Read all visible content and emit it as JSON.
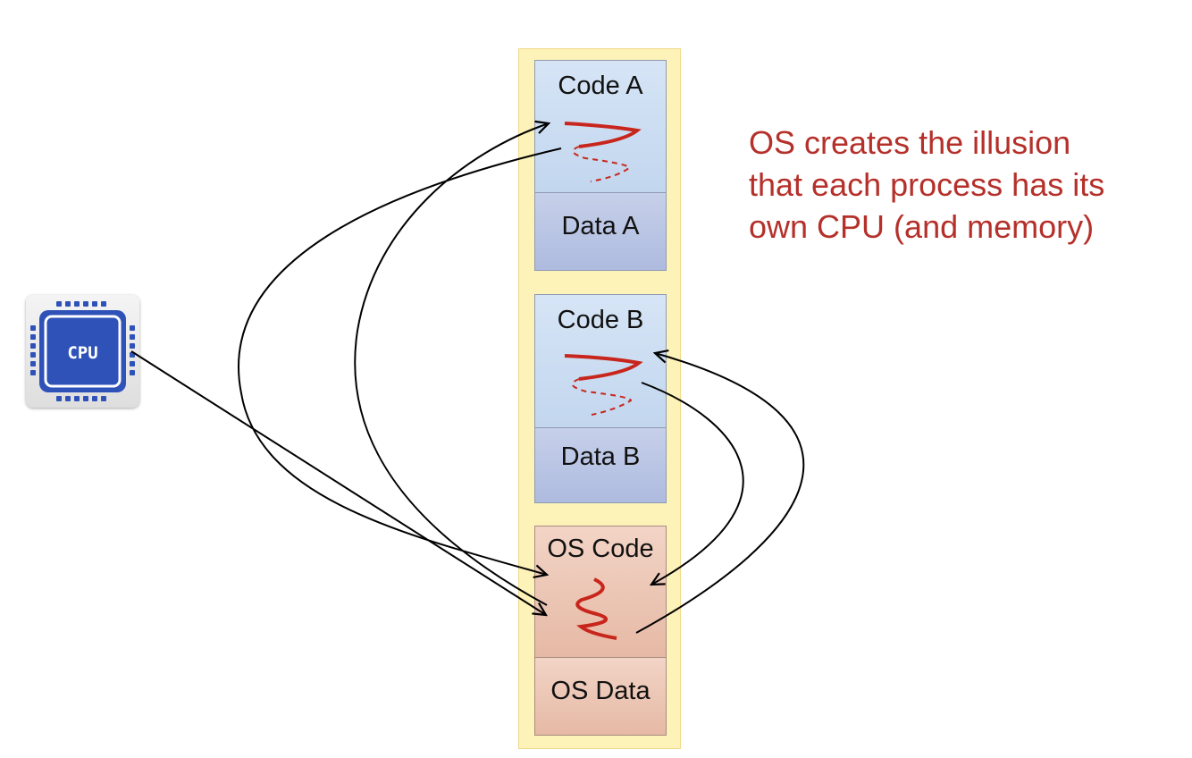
{
  "segments": {
    "code_a": "Code A",
    "data_a": "Data A",
    "code_b": "Code B",
    "data_b": "Data B",
    "os_code": "OS Code",
    "os_data": "OS Data"
  },
  "caption": {
    "line1": "OS creates the illusion",
    "line2": "that each process has its",
    "line3": "own CPU (and memory)"
  },
  "cpu_label": "CPU",
  "colors": {
    "caption": "#b5302a",
    "thread": "#c8261c",
    "arrow": "#000000",
    "memory_column": "#fdf2b8",
    "process_code": "#cfe0f3",
    "process_data": "#b9c4e4",
    "os_segment": "#ecc5b4",
    "chip": "#2f52b8"
  }
}
